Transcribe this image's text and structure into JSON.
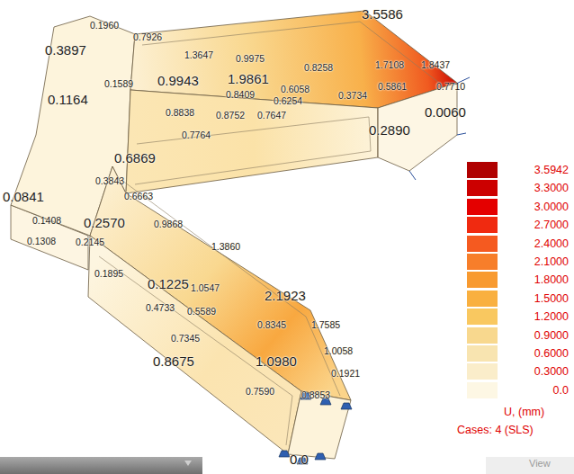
{
  "diagram": {
    "labels": [
      "3.5586",
      "1.9861",
      "1.7108",
      "1.8437",
      "0.1960",
      "0.7926",
      "1.3647",
      "0.9975",
      "0.8258",
      "0.5861",
      "0.7710",
      "0.0060",
      "0.3897",
      "0.3734",
      "0.6058",
      "0.1589",
      "0.9943",
      "0.8409",
      "0.6254",
      "0.2890",
      "0.1164",
      "0.8838",
      "0.8752",
      "0.7647",
      "0.7764",
      "0.6869",
      "0.3843",
      "0.0841",
      "0.6663",
      "0.1408",
      "0.2570",
      "0.9868",
      "0.1308",
      "0.2145",
      "1.3860",
      "0.1895",
      "0.1225",
      "1.0547",
      "2.1923",
      "0.4733",
      "0.5589",
      "0.8345",
      "1.7585",
      "0.7345",
      "1.0058",
      "0.8675",
      "1.0980",
      "0.1921",
      "0.7590",
      "0.8853",
      "0.0",
      "U, (mm)",
      "Cases: 4 (SLS)",
      "View"
    ],
    "legend": [
      {
        "text": "3.5942",
        "color": "#b00000"
      },
      {
        "text": "3.3000",
        "color": "#cc0000"
      },
      {
        "text": "3.0000",
        "color": "#e40000"
      },
      {
        "text": "2.7000",
        "color": "#f02a10"
      },
      {
        "text": "2.4000",
        "color": "#f55a20"
      },
      {
        "text": "2.1000",
        "color": "#f77e2a"
      },
      {
        "text": "1.8000",
        "color": "#f89a30"
      },
      {
        "text": "1.5000",
        "color": "#f9b040"
      },
      {
        "text": "1.2000",
        "color": "#f9c860"
      },
      {
        "text": "0.9000",
        "color": "#f8d88e"
      },
      {
        "text": "0.6000",
        "color": "#f8e4b0"
      },
      {
        "text": "0.3000",
        "color": "#faedca"
      },
      {
        "text": "0.0",
        "color": "#fdf7e4"
      }
    ]
  }
}
